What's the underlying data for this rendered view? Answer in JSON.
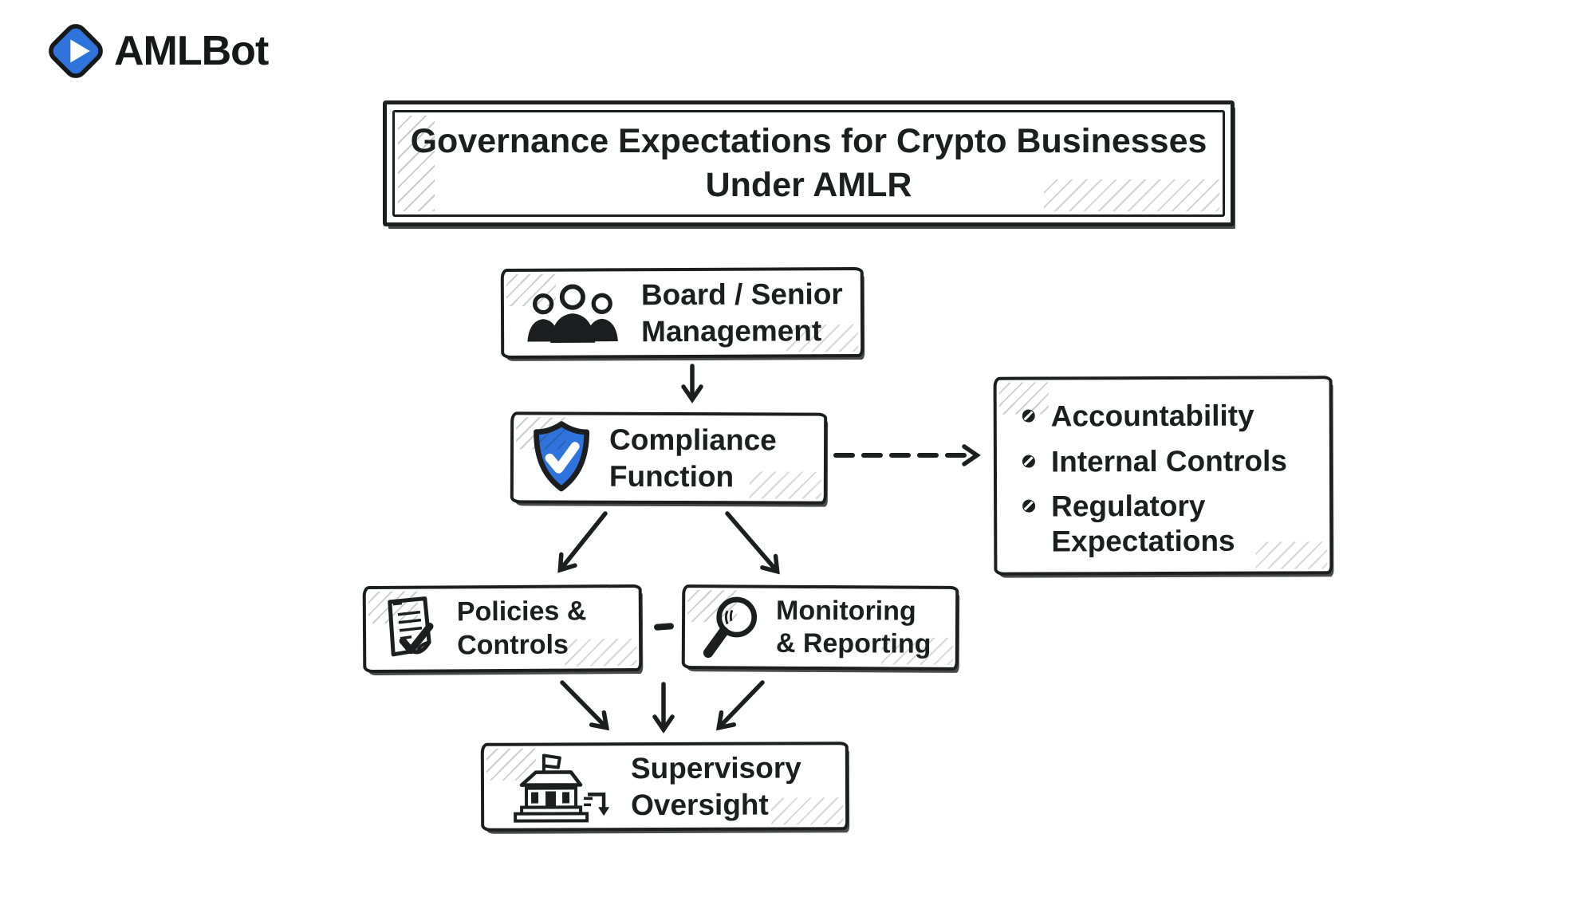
{
  "logo": {
    "brand": "AMLBot",
    "icon": "play-diamond-icon"
  },
  "title": {
    "lines": [
      "Governance Expectations for Crypto Businesses",
      "Under AMLR"
    ]
  },
  "nodes": {
    "board": {
      "icon": "people-group-icon",
      "lines": [
        "Board / Senior",
        "Management"
      ]
    },
    "compliance": {
      "icon": "shield-check-icon",
      "lines": [
        "Compliance",
        "Function"
      ]
    },
    "policies": {
      "icon": "checklist-document-icon",
      "lines": [
        "Policies &",
        "Controls"
      ]
    },
    "monitoring": {
      "icon": "magnifying-glass-icon",
      "lines": [
        "Monitoring",
        "& Reporting"
      ]
    },
    "supervisory": {
      "icon": "bank-building-icon",
      "lines": [
        "Supervisory",
        "Oversight"
      ]
    }
  },
  "side_panel": {
    "bullet_icon": "slashed-dot-icon",
    "items": [
      "Accountability",
      "Internal Controls",
      "Regulatory Expectations"
    ]
  },
  "colors": {
    "ink": "#1d1e20",
    "accent_blue": "#2e74dc",
    "background": "#ffffff"
  }
}
